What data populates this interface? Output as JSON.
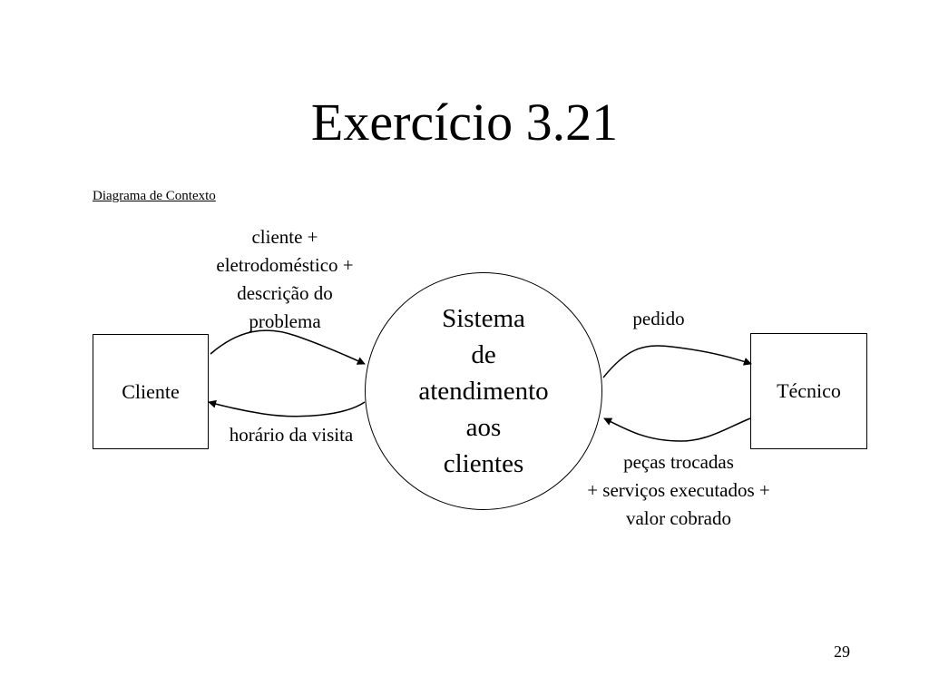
{
  "slide": {
    "title": "Exercício 3.21",
    "subtitle": "Diagrama de Contexto",
    "page_number": "29"
  },
  "diagram": {
    "process": {
      "lines": [
        "Sistema",
        "de",
        "atendimento",
        "aos",
        "clientes"
      ]
    },
    "entities": {
      "client": "Cliente",
      "technician": "Técnico"
    },
    "flows": {
      "client_to_system": [
        "cliente +",
        "eletrodoméstico +",
        "descrição do",
        "problema"
      ],
      "system_to_client": [
        "horário da visita"
      ],
      "system_to_technician": [
        "pedido"
      ],
      "technician_to_system": [
        "peças trocadas",
        "+ serviços executados +",
        "valor cobrado"
      ]
    }
  }
}
